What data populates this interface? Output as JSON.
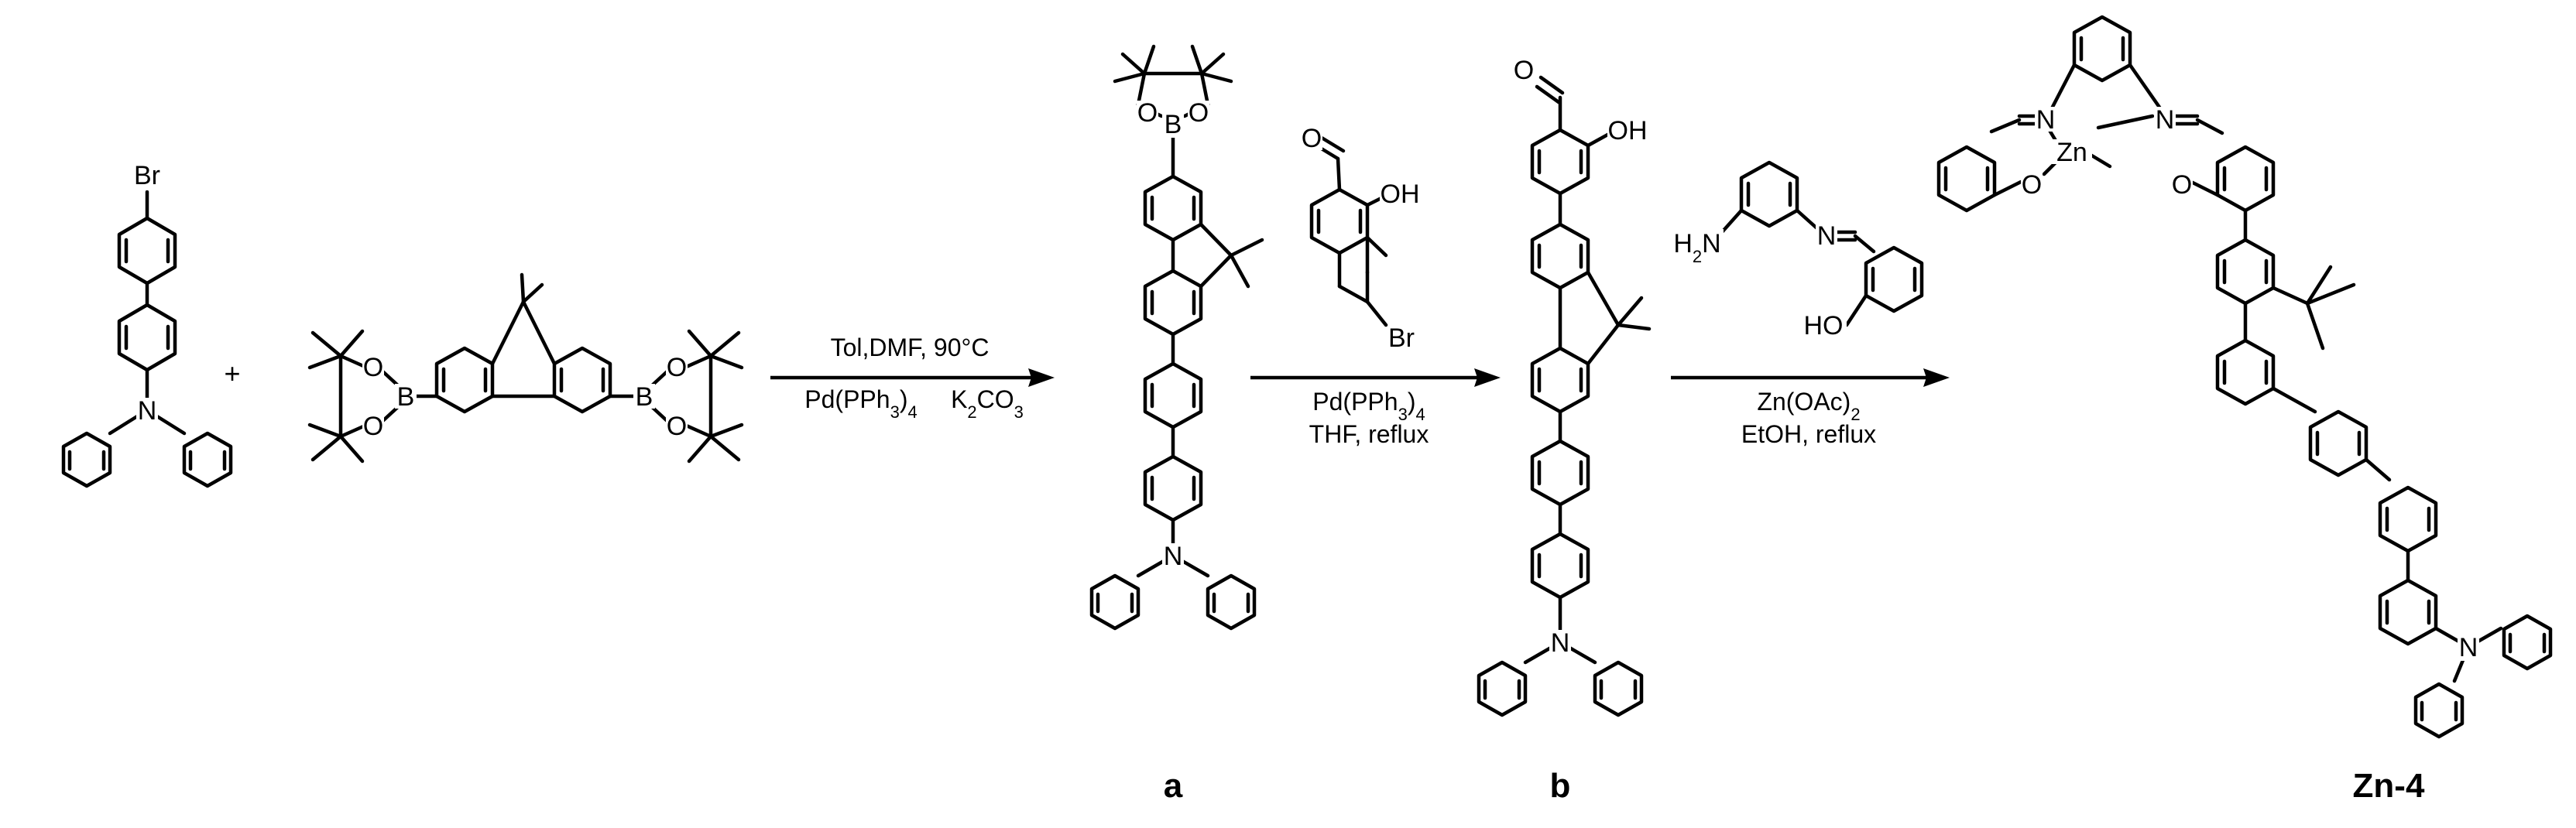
{
  "plus_sign": "+",
  "atoms": {
    "br": "Br",
    "n": "N",
    "b": "B",
    "o": "O",
    "oh": "OH",
    "ho": "HO",
    "h2n_h": "H",
    "h2n_2": "2",
    "h2n_n": "N",
    "zn": "Zn"
  },
  "arrows": [
    {
      "name": "step-1",
      "above": [
        {
          "text": "Tol,DMF,  90°C"
        }
      ],
      "below": [
        {
          "pre": "Pd(PPh",
          "sub1": "3",
          "mid": ")",
          "sub2": "4",
          "post": ""
        },
        {
          "pre": "K",
          "sub1": "2",
          "mid": "CO",
          "sub2": "3",
          "post": ""
        }
      ]
    },
    {
      "name": "step-2",
      "below": [
        {
          "pre": "Pd(PPh",
          "sub1": "3",
          "mid": ")",
          "sub2": "4",
          "post": ""
        },
        {
          "text": "THF, reflux"
        }
      ]
    },
    {
      "name": "step-3",
      "below": [
        {
          "pre": "Zn(OAc)",
          "sub1": "2",
          "mid": "",
          "sub2": "",
          "post": ""
        },
        {
          "text": "EtOH, reflux"
        }
      ]
    }
  ],
  "compound_labels": {
    "a": "a",
    "b": "b",
    "zn4": "Zn-4"
  }
}
